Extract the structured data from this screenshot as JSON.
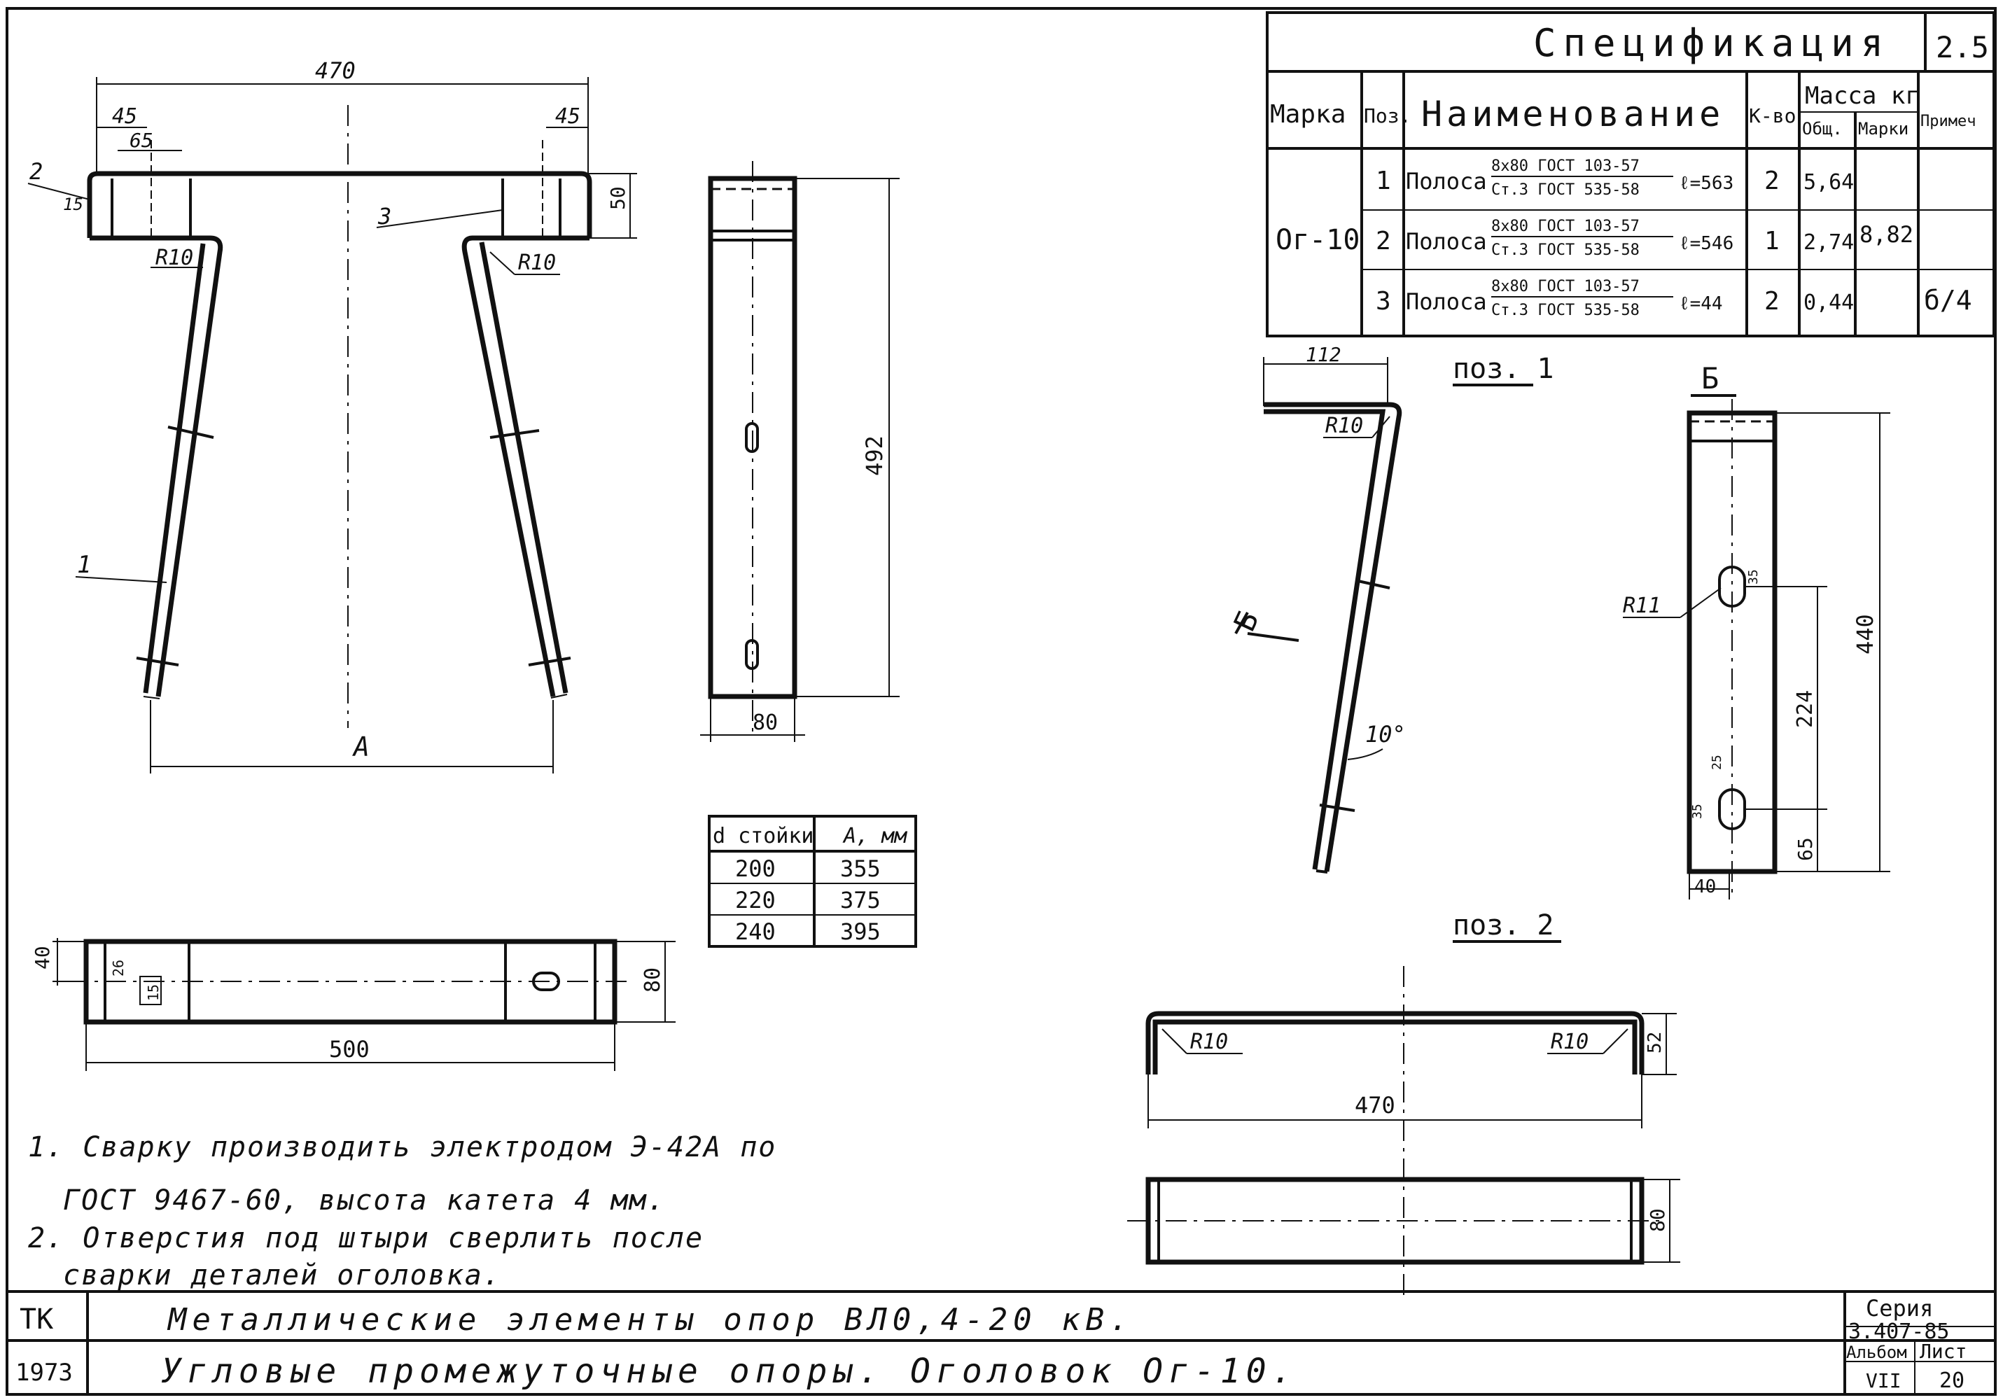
{
  "spec": {
    "title": "Спецификация",
    "sheet_no": "2.5",
    "headers": {
      "mark": "Марка",
      "pos": "Поз.",
      "name": "Наименование",
      "qty": "К-во",
      "mass": "Масса кг",
      "mass_total": "Общ.",
      "mass_mark": "Марки",
      "note": "Примеч"
    },
    "mark": "Ог-10",
    "mass_mark_value": "8,82",
    "note_value": "б/4",
    "rows": [
      {
        "pos": "1",
        "name": "Полоса",
        "frac_top": "8х80 ГОСТ 103-57",
        "frac_bottom": "Ст.3 ГОСТ 535-58",
        "length": "ℓ=563",
        "qty": "2",
        "mass": "5,64"
      },
      {
        "pos": "2",
        "name": "Полоса",
        "frac_top": "8х80 ГОСТ 103-57",
        "frac_bottom": "Ст.3 ГОСТ 535-58",
        "length": "ℓ=546",
        "qty": "1",
        "mass": "2,74"
      },
      {
        "pos": "3",
        "name": "Полоса",
        "frac_top": "8х80 ГОСТ 103-57",
        "frac_bottom": "Ст.3 ГОСТ 535-58",
        "length": "ℓ=44",
        "qty": "2",
        "mass": "0,44"
      }
    ]
  },
  "dims": {
    "d470": "470",
    "d45a": "45",
    "d65": "65",
    "d45b": "45",
    "d15": "15",
    "d50": "50",
    "r10a": "R10",
    "r10b": "R10",
    "lbl2": "2",
    "lbl3": "3",
    "lbl1": "1",
    "dimA": "А",
    "d492": "492",
    "d80side": "80",
    "d40": "40",
    "d26": "26",
    "d15b": "15",
    "d500": "500",
    "d80bottom": "80",
    "d112": "112",
    "r10pos1": "R10",
    "view_b_arrow": "Б",
    "angle10": "10°",
    "r11": "R11",
    "d440": "440",
    "d224": "224",
    "d65b": "65",
    "d40b": "40",
    "d35a": "35",
    "d35b": "35",
    "d25": "25",
    "r10c": "R10",
    "r10d": "R10",
    "d470b": "470",
    "d52": "52",
    "d80c": "80"
  },
  "titles": {
    "pos1": "поз. 1",
    "view_b": "Б",
    "pos2": "поз. 2"
  },
  "a_table": {
    "headers": [
      "d стойки",
      "А, мм"
    ],
    "rows": [
      [
        "200",
        "355"
      ],
      [
        "220",
        "375"
      ],
      [
        "240",
        "395"
      ]
    ]
  },
  "notes": [
    "1. Сварку производить электродом Э-42А по",
    "ГОСТ 9467-60, высота катета 4 мм.",
    "2. Отверстия под штыри сверлить после",
    "сварки деталей оголовка."
  ],
  "title_block": {
    "org": "ТК",
    "year": "1973",
    "line1": "Металлические элементы опор ВЛ0,4-20 кВ.",
    "line2": "Угловые промежуточные опоры. Оголовок Ог-10.",
    "series_label": "Серия",
    "series_value": "3.407-85",
    "album_label": "Альбом",
    "album_value": "VII",
    "sheet_label": "Лист",
    "sheet_value": "20"
  }
}
